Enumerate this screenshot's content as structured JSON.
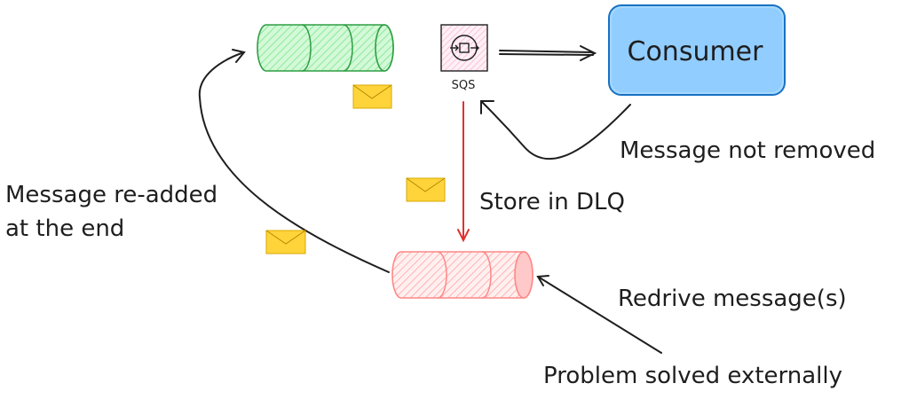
{
  "nodes": {
    "source_queue": {
      "color": "#2f9e44",
      "fill": "#b2f2bb"
    },
    "sqs": {
      "label": "SQS",
      "icon": "sqs-service-icon",
      "color": "#c2255c",
      "fill": "#fcc2d7"
    },
    "consumer": {
      "label": "Consumer",
      "color": "#1971c2",
      "fill": "#a5d8ff"
    },
    "dlq": {
      "color": "#e03131",
      "fill": "#ffc9c9"
    }
  },
  "messages": {
    "icon": "envelope-icon",
    "color": "#f0c000",
    "count": 3
  },
  "annotations": {
    "not_removed": "Message not removed",
    "store_dlq": "Store in DLQ",
    "readded_line1": "Message re-added",
    "readded_line2": "at the end",
    "redrive": "Redrive message(s)",
    "solved": "Problem solved externally"
  },
  "colors": {
    "ink": "#1e1e1e",
    "dlq_arrow": "#e03131"
  }
}
